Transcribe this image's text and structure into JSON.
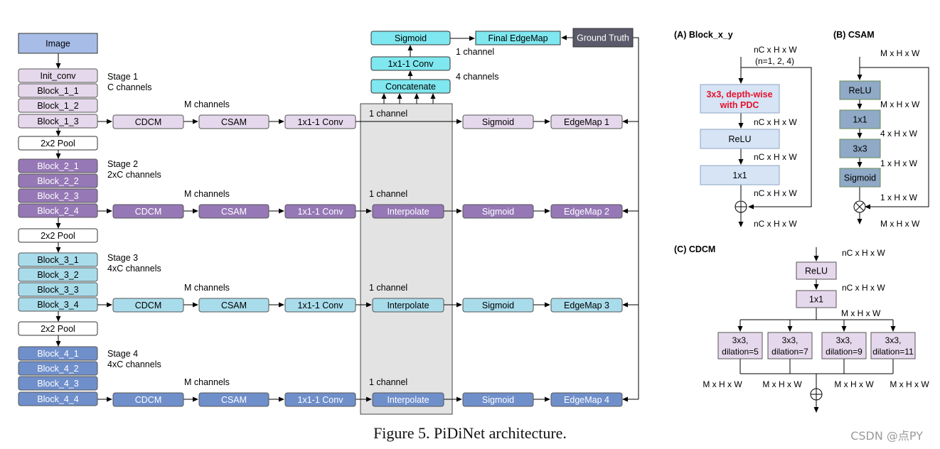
{
  "colors": {
    "image": "#a7bde8",
    "stage1": "#e6d8ec",
    "stage2": "#9678b6",
    "stage3": "#a9dceb",
    "stage4": "#6f8fcb",
    "fusion": "#7fe7ef",
    "ground_truth": "#5a5a6a",
    "block_panel": "#d6e4f5",
    "csam_panel": "#8fa9c6",
    "cdcm_panel": "#e6d8ec",
    "gray_box": "#e3e3e3",
    "pdc_red": "#e8102a"
  },
  "main": {
    "image": "Image",
    "pool": "2x2 Pool",
    "stage1": {
      "blocks": [
        "Init_conv",
        "Block_1_1",
        "Block_1_2",
        "Block_1_3"
      ],
      "title": "Stage 1",
      "channels": "C channels",
      "m_label": "M channels",
      "cdcm": "CDCM",
      "csam": "CSAM",
      "conv": "1x1-1 Conv",
      "one_channel": "1 channel",
      "sigmoid": "Sigmoid",
      "edgemap": "EdgeMap 1"
    },
    "stage2": {
      "blocks": [
        "Block_2_1",
        "Block_2_2",
        "Block_2_3",
        "Block_2_4"
      ],
      "title": "Stage 2",
      "channels": "2xC channels",
      "m_label": "M channels",
      "cdcm": "CDCM",
      "csam": "CSAM",
      "conv": "1x1-1 Conv",
      "one_channel": "1 channel",
      "interp": "Interpolate",
      "sigmoid": "Sigmoid",
      "edgemap": "EdgeMap 2"
    },
    "stage3": {
      "blocks": [
        "Block_3_1",
        "Block_3_2",
        "Block_3_3",
        "Block_3_4"
      ],
      "title": "Stage 3",
      "channels": "4xC channels",
      "m_label": "M channels",
      "cdcm": "CDCM",
      "csam": "CSAM",
      "conv": "1x1-1 Conv",
      "one_channel": "1 channel",
      "interp": "Interpolate",
      "sigmoid": "Sigmoid",
      "edgemap": "EdgeMap 3"
    },
    "stage4": {
      "blocks": [
        "Block_4_1",
        "Block_4_2",
        "Block_4_3",
        "Block_4_4"
      ],
      "title": "Stage 4",
      "channels": "4xC channels",
      "m_label": "M channels",
      "cdcm": "CDCM",
      "csam": "CSAM",
      "conv": "1x1-1 Conv",
      "one_channel": "1 channel",
      "interp": "Interpolate",
      "sigmoid": "Sigmoid",
      "edgemap": "EdgeMap 4"
    },
    "fusion": {
      "concat": "Concatenate",
      "four_channels": "4 channels",
      "conv": "1x1-1 Conv",
      "one_channel": "1 channel",
      "sigmoid": "Sigmoid",
      "final": "Final EdgeMap",
      "gt": "Ground Truth"
    }
  },
  "panel_a": {
    "title": "(A) Block_x_y",
    "in_dims": "nC x H x W",
    "n_values": "(n=1, 2, 4)",
    "pdc_line1": "3x3, depth-wise",
    "pdc_line2": "with PDC",
    "dims_after_pdc": "nC x H x W",
    "relu": "ReLU",
    "dims_after_relu": "nC x H x W",
    "conv": "1x1",
    "dims_after_conv": "nC x H x W",
    "out_dims": "nC x H x W"
  },
  "panel_b": {
    "title": "(B) CSAM",
    "in_dims": "M x H x W",
    "relu": "ReLU",
    "dims_after_relu": "M x H x W",
    "conv1": "1x1",
    "dims_after_conv1": "4 x H x W",
    "conv3": "3x3",
    "dims_after_conv3": "1 x H x W",
    "sigmoid": "Sigmoid",
    "dims_after_sigmoid": "1 x H x W",
    "out_dims": "M x H x W"
  },
  "panel_c": {
    "title": "(C) CDCM",
    "in_dims": "nC x H x W",
    "relu": "ReLU",
    "dims_after_relu": "nC x H x W",
    "conv": "1x1",
    "dims_after_conv": "M x H x W",
    "branch_top": [
      "3x3,",
      "3x3,",
      "3x3,",
      "3x3,"
    ],
    "branch_bottom": [
      "dilation=5",
      "dilation=7",
      "dilation=9",
      "dilation=11"
    ],
    "branch_dims": [
      "M x H x W",
      "M x H x W",
      "M x H x W",
      "M x H x W"
    ]
  },
  "caption": "Figure 5. PiDiNet architecture.",
  "watermark": "CSDN @点PY"
}
